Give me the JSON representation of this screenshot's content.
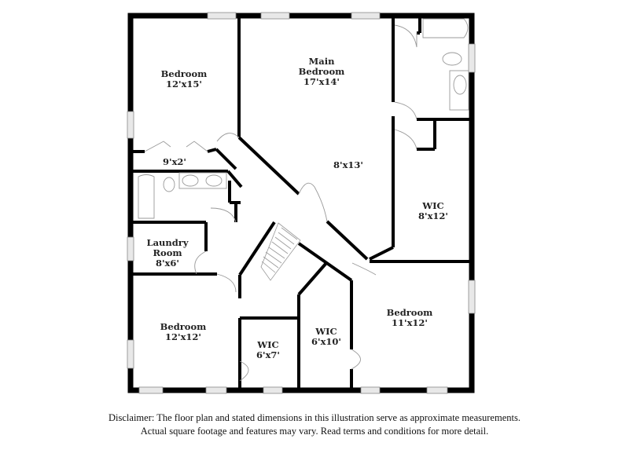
{
  "rooms": {
    "bedroom_nw": {
      "name": "Bedroom",
      "dims": "12'x15'"
    },
    "main_bedroom": {
      "name_line1": "Main",
      "name_line2": "Bedroom",
      "dims": "17'x14'"
    },
    "closet_small": {
      "dims": "9'x2'"
    },
    "main_area": {
      "dims": "8'x13'"
    },
    "wic_main": {
      "name": "WIC",
      "dims": "8'x12'"
    },
    "laundry": {
      "name_line1": "Laundry",
      "name_line2": "Room",
      "dims": "8'x6'"
    },
    "bedroom_sw": {
      "name": "Bedroom",
      "dims": "12'x12'"
    },
    "wic_sw": {
      "name": "WIC",
      "dims": "6'x7'"
    },
    "wic_center": {
      "name": "WIC",
      "dims": "6'x10'"
    },
    "bedroom_se": {
      "name": "Bedroom",
      "dims": "11'x12'"
    }
  },
  "disclaimer": {
    "line1": "Disclaimer: The floor plan and stated dimensions in this illustration serve as approximate measurements.",
    "line2": "Actual square footage and features may vary. Read terms and conditions for more detail."
  },
  "colors": {
    "wall": "#000000",
    "fixture": "#999999",
    "window": "#dddddd"
  }
}
